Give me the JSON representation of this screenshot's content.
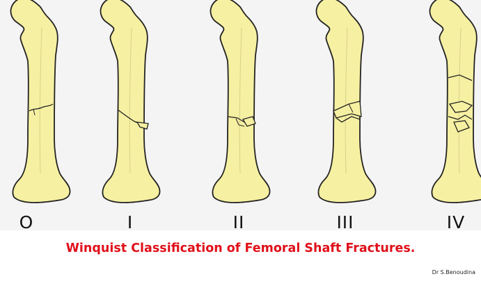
{
  "figure": {
    "grades": [
      {
        "label": "O"
      },
      {
        "label": "I"
      },
      {
        "label": "II"
      },
      {
        "label": "III"
      },
      {
        "label": "IV"
      }
    ],
    "caption": "Winquist Classification of Femoral Shaft Fractures.",
    "credit": "Dr S.Benoudina"
  },
  "colors": {
    "bone_fill": "#f6f0a2",
    "bone_outline": "#222222",
    "caption": "#e0101a",
    "panel": "#f4f4f4"
  }
}
